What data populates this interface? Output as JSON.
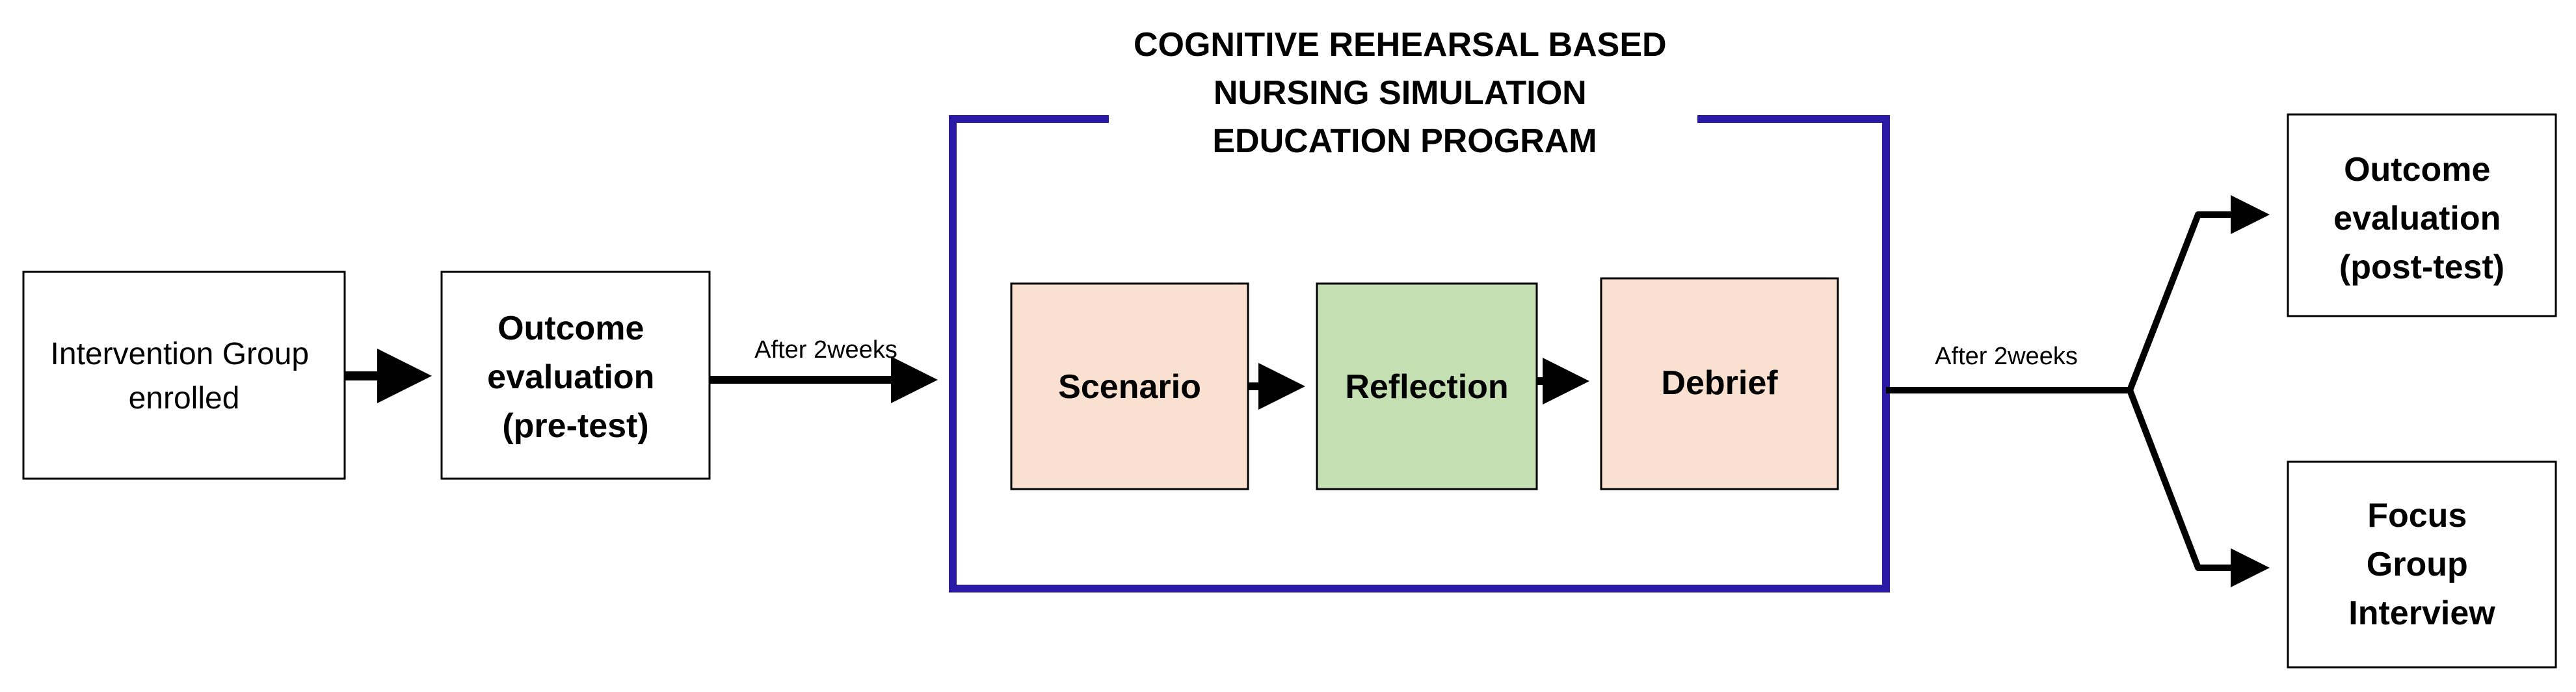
{
  "colors": {
    "program_frame": "#2a1aa6",
    "scenario_fill": "#f9e0d0",
    "reflection_fill": "#c4dfb2",
    "debrief_fill": "#f9e0d0",
    "box_fill": "#ffffff",
    "line": "#000000"
  },
  "program": {
    "title_lines": [
      "COGNITIVE REHEARSAL BASED",
      "NURSING SIMULATION",
      "EDUCATION PROGRAM"
    ]
  },
  "nodes": {
    "intervention": {
      "lines": [
        "Intervention Group",
        "enrolled"
      ]
    },
    "pretest": {
      "lines": [
        "Outcome",
        "evaluation",
        "(pre-test)"
      ]
    },
    "scenario": {
      "lines": [
        "Scenario"
      ]
    },
    "reflection": {
      "lines": [
        "Reflection"
      ]
    },
    "debrief": {
      "lines": [
        "Debrief"
      ]
    },
    "posttest": {
      "lines": [
        "Outcome",
        "evaluation",
        "(post-test)"
      ]
    },
    "focus": {
      "lines": [
        "Focus",
        "Group",
        "Interview"
      ]
    }
  },
  "edges": {
    "after_pretest": "After 2weeks",
    "after_program": "After 2weeks"
  }
}
